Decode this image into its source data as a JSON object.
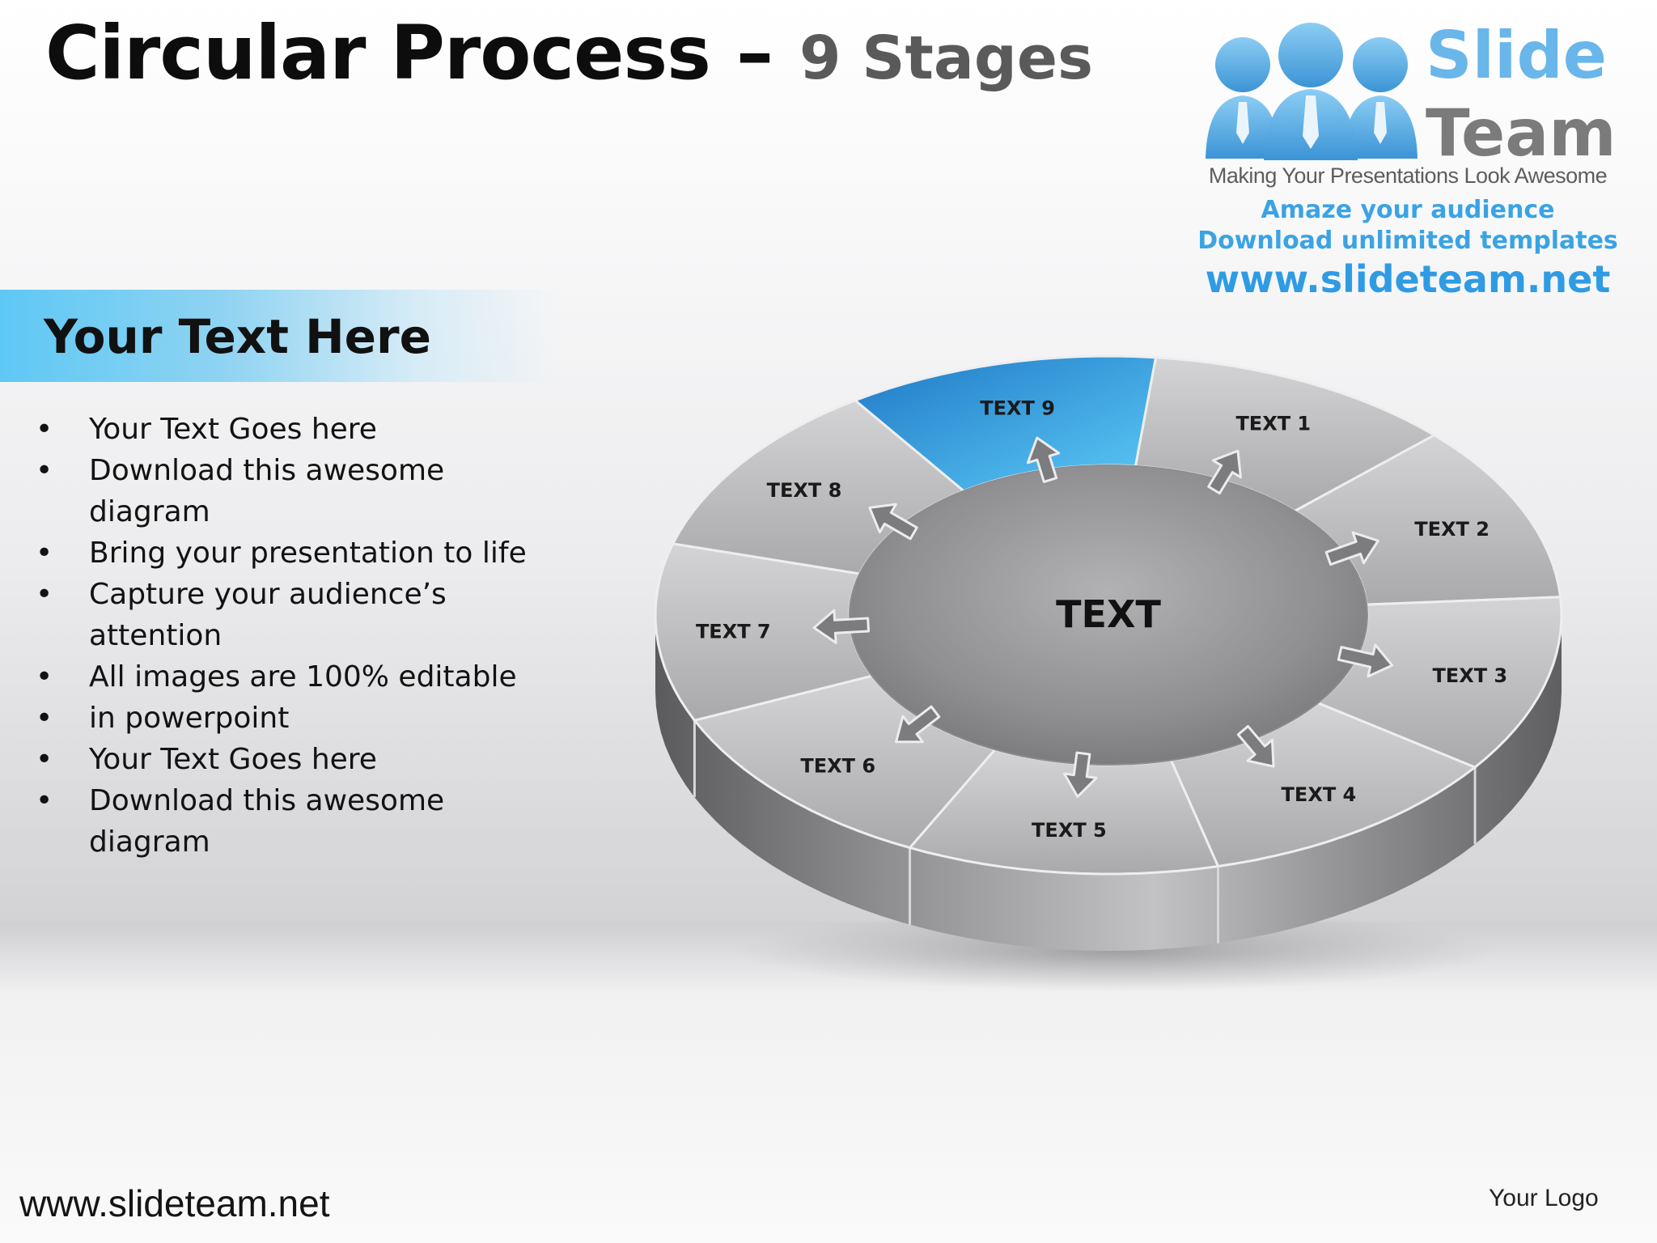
{
  "header": {
    "title_main": "Circular Process",
    "title_sep": " – ",
    "title_sub": "9 Stages"
  },
  "logo": {
    "brand_1": "Slide",
    "brand_2": "Team",
    "tagline": "Making Your Presentations Look Awesome",
    "line1": "Amaze your audience",
    "line2": "Download unlimited templates",
    "url": "www.slideteam.net",
    "brand_color": "#69b6ea"
  },
  "banner": {
    "title": "Your Text Here",
    "color": "#5ec8f4"
  },
  "bullets": [
    "Your Text Goes here",
    "Download this awesome diagram",
    "Bring your presentation to life",
    "Capture your audience’s attention",
    "All images are 100% editable",
    "in powerpoint",
    "Your Text Goes here",
    "Download this awesome diagram"
  ],
  "diagram": {
    "center_label": "TEXT",
    "highlight_color": "#2f9ee4",
    "segments": [
      "TEXT 1",
      "TEXT 2",
      "TEXT 3",
      "TEXT 4",
      "TEXT 5",
      "TEXT 6",
      "TEXT 7",
      "TEXT 8",
      "TEXT 9"
    ],
    "highlighted_segment": "TEXT 9"
  },
  "footer": {
    "url": "www.slideteam.net",
    "logo_placeholder": "Your Logo"
  }
}
